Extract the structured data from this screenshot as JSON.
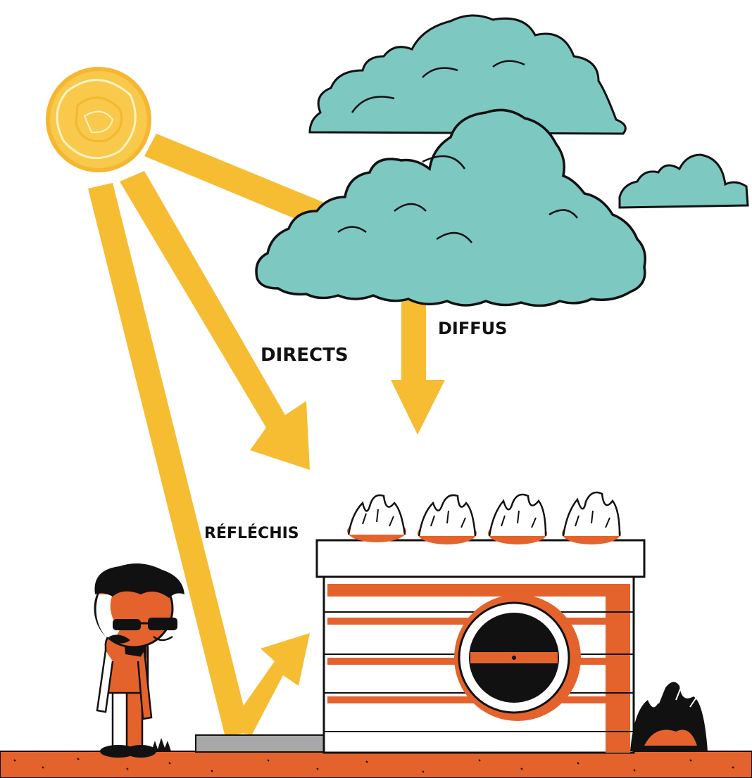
{
  "labels": {
    "direct": "DIRECTS",
    "diffuse": "DIFFUS",
    "reflected": "RÉFLÉCHIS"
  },
  "colors": {
    "sun": "#f5b731",
    "ray": "#f6bd33",
    "cloud": "#7ec8c2",
    "house": "#e4632c",
    "ground": "#e4632c",
    "outline": "#111111",
    "slab": "#a8a8a8"
  },
  "icons": [
    "sun-icon",
    "cloud-icon",
    "house-icon",
    "person-icon",
    "plant-icon"
  ]
}
